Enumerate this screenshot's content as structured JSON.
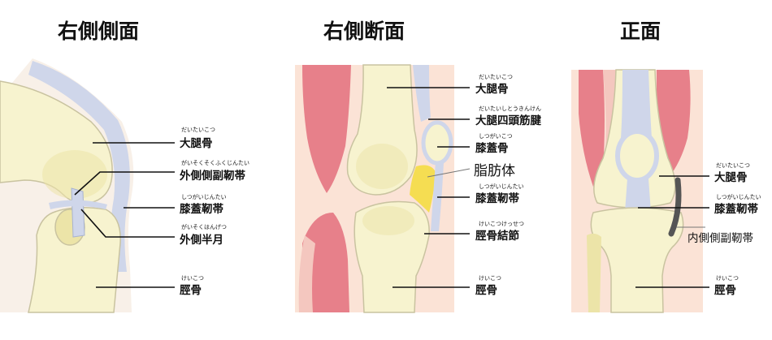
{
  "panels": {
    "lateral": {
      "title": "右側側面",
      "labels": [
        {
          "ruby": "だいたいこつ",
          "text": "大腿骨"
        },
        {
          "ruby": "がいそくそくふくじんたい",
          "text": "外側側副靭帯"
        },
        {
          "ruby": "しつがいじんたい",
          "text": "膝蓋靭帯"
        },
        {
          "ruby": "がいそくはんげつ",
          "text": "外側半月"
        },
        {
          "ruby": "けいこつ",
          "text": "脛骨"
        }
      ]
    },
    "section": {
      "title": "右側断面",
      "labels": [
        {
          "ruby": "だいたいこつ",
          "text": "大腿骨"
        },
        {
          "ruby": "だいたいしとうきんけん",
          "text": "大腿四頭筋腱"
        },
        {
          "ruby": "しつがいこつ",
          "text": "膝蓋骨"
        },
        {
          "ruby": "",
          "text": "脂肪体"
        },
        {
          "ruby": "しつがいじんたい",
          "text": "膝蓋靭帯"
        },
        {
          "ruby": "けいこつけっせつ",
          "text": "脛骨結節"
        },
        {
          "ruby": "けいこつ",
          "text": "脛骨"
        }
      ]
    },
    "front": {
      "title": "正面",
      "labels": [
        {
          "ruby": "だいたいこつ",
          "text": "大腿骨"
        },
        {
          "ruby": "しつがいじんたい",
          "text": "膝蓋靭帯"
        },
        {
          "ruby": "",
          "text": "内側側副靭帯"
        },
        {
          "ruby": "けいこつ",
          "text": "脛骨"
        }
      ]
    }
  },
  "colors": {
    "bone": "#f7f3cf",
    "bone_dark": "#ece4a8",
    "ligament": "#cfd6ea",
    "muscle": "#e7808a",
    "muscle_light": "#f4c7bf",
    "skin": "#fbe3d6",
    "fat": "#f5dd52",
    "mcl": "#555555"
  }
}
